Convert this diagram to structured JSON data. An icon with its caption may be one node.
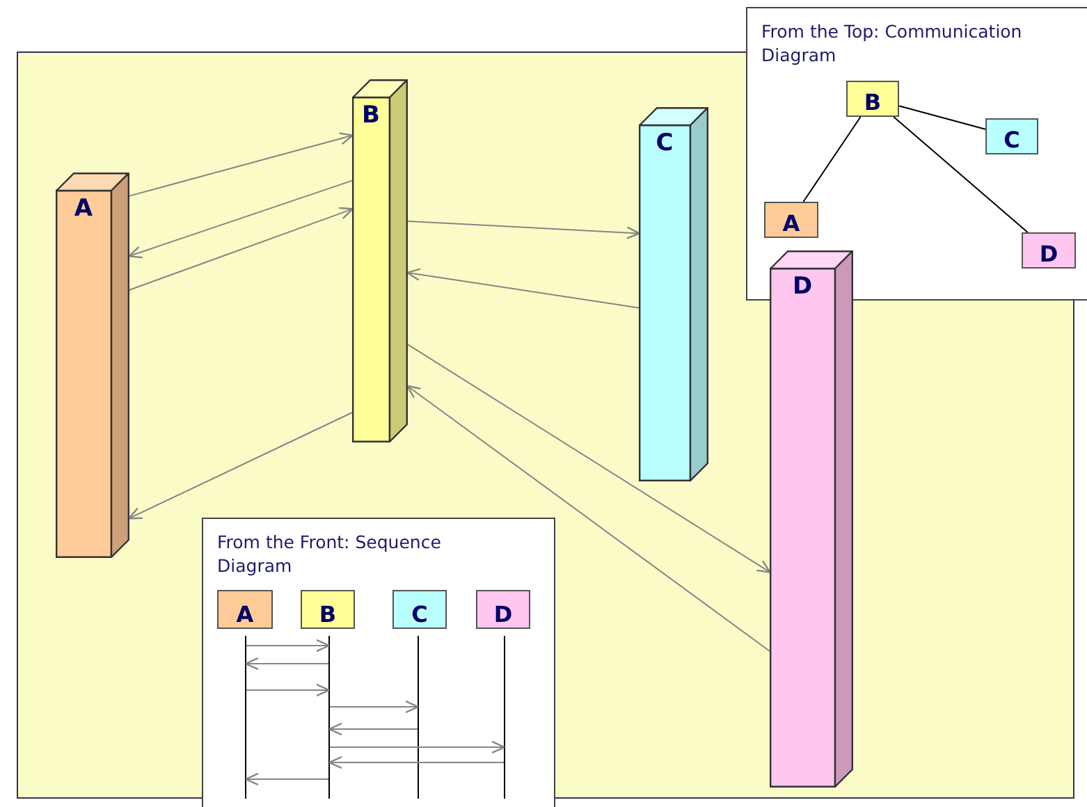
{
  "diagram": {
    "nodes": [
      {
        "text": [
          "A"
        ]
      },
      {
        "text": [
          "B"
        ]
      },
      {
        "text": [
          "C"
        ]
      },
      {
        "text": [
          "D"
        ]
      },
      {
        "text": [
          "From the Top: Communication Diagram"
        ]
      },
      {
        "text": [
          "B"
        ],
        "in": 4
      },
      {
        "text": [
          "C"
        ],
        "in": 4
      },
      {
        "text": [
          "A"
        ],
        "in": 4
      },
      {
        "text": [
          "D"
        ],
        "in": 4
      },
      {
        "text": [
          "From the Front: Sequence Diagram"
        ]
      },
      {
        "text": [
          "A"
        ],
        "in": 9
      },
      {
        "text": [
          "B"
        ],
        "in": 9
      },
      {
        "text": [
          "C"
        ],
        "in": 9
      },
      {
        "text": [
          "D"
        ],
        "in": 9
      },
      {
        "text": [],
        "shape": "line",
        "in": 9
      },
      {
        "text": [],
        "shape": "line",
        "in": 9
      },
      {
        "text": [],
        "shape": "line",
        "in": 9
      },
      {
        "text": [],
        "shape": "line",
        "in": 9
      }
    ],
    "edges": [
      {
        "from": 0,
        "to": 1,
        "arrow": "to"
      },
      {
        "from": 1,
        "to": 0,
        "arrow": "to"
      },
      {
        "from": 0,
        "to": 1,
        "arrow": "to"
      },
      {
        "from": 1,
        "to": 2,
        "arrow": "to"
      },
      {
        "from": 2,
        "to": 1,
        "arrow": "to"
      },
      {
        "from": 1,
        "to": 3,
        "arrow": "to"
      },
      {
        "from": 3,
        "to": 1,
        "arrow": "to"
      },
      {
        "from": 1,
        "to": 0,
        "arrow": "to"
      },
      {
        "from": 14,
        "to": 15,
        "arrow": "to"
      },
      {
        "from": 15,
        "to": 14,
        "arrow": "to"
      },
      {
        "from": 14,
        "to": 15,
        "arrow": "to"
      },
      {
        "from": 15,
        "to": 16,
        "arrow": "to"
      },
      {
        "from": 16,
        "to": 15,
        "arrow": "to"
      },
      {
        "from": 15,
        "to": 17,
        "arrow": "to"
      },
      {
        "from": 17,
        "to": 15,
        "arrow": "to"
      },
      {
        "from": 15,
        "to": 14,
        "arrow": "to"
      },
      {
        "from": 5,
        "to": 7,
        "arrow": "none",
        "color": "#000000"
      },
      {
        "from": 5,
        "to": 6,
        "arrow": "none",
        "color": "#000000"
      },
      {
        "from": 5,
        "to": 8,
        "arrow": "none",
        "color": "#000000"
      }
    ]
  }
}
